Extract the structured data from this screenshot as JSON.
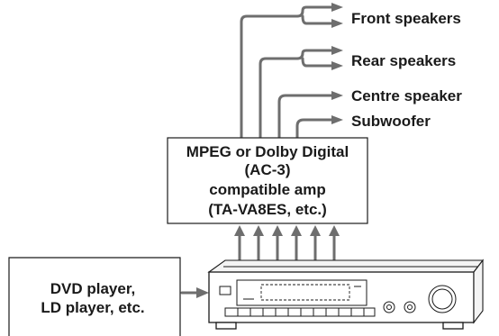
{
  "outputs": {
    "front": "Front speakers",
    "rear": "Rear speakers",
    "centre": "Centre speaker",
    "sub": "Subwoofer"
  },
  "amp": {
    "line1": "MPEG or Dolby Digital",
    "line2": "(AC-3)",
    "line3": "compatible amp",
    "line4": "(TA-VA8ES, etc.)"
  },
  "source": {
    "line1": "DVD player,",
    "line2": "LD player, etc."
  },
  "colors": {
    "wire": "#6e6e6e",
    "ink": "#1a1a1a"
  },
  "icons": {
    "receiver": "av-receiver-icon"
  }
}
